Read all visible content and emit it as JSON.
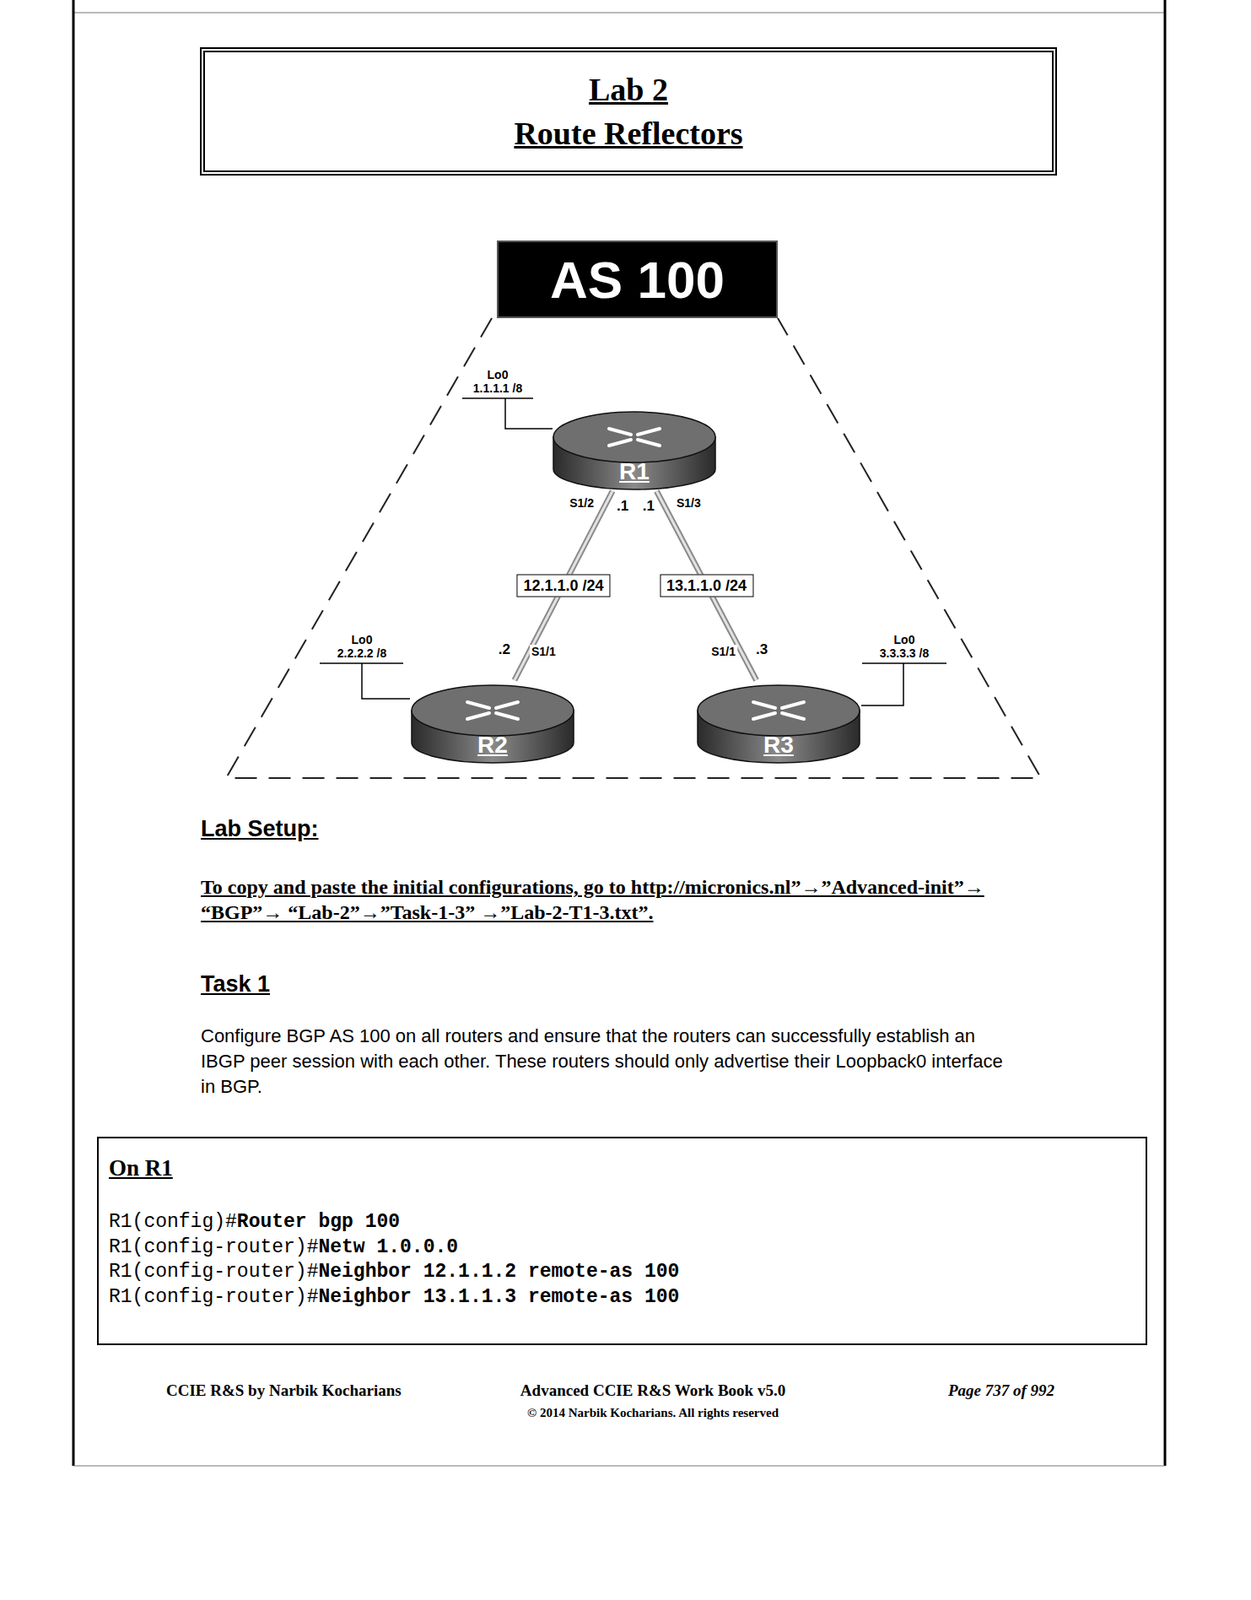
{
  "diagram": {
    "nodes": [
      {
        "text": [
          "Lab 2",
          "Route Reflectors"
        ]
      },
      {
        "text": [
          "AS 100"
        ]
      },
      {
        "text": [
          "R1"
        ]
      },
      {
        "text": [
          "R2"
        ]
      },
      {
        "text": [
          "R3"
        ]
      },
      {
        "text": [
          "On R1",
          "R1(config)#Router bgp 100",
          "R1(config-router)#Netw 1.0.0.0",
          "R1(config-router)#Neighbor 12.1.1.2 remote-as 100",
          "R1(config-router)#Neighbor 13.1.1.3 remote-as 100"
        ]
      }
    ],
    "edges": [
      {
        "from": 2,
        "to": 3,
        "label": "12.1.1.0 /24",
        "arrow": "none"
      },
      {
        "from": 2,
        "to": 4,
        "label": "13.1.1.0 /24",
        "arrow": "none"
      }
    ],
    "labels": [
      "Lo0",
      "1.1.1.1 /8",
      "S1/2",
      ".1",
      ".1",
      "S1/3",
      "Lo0",
      "2.2.2.2 /8",
      ".2",
      "S1/1",
      "S1/1",
      ".3",
      "Lo0",
      "3.3.3.3 /8",
      "Lab Setup:",
      "To copy and paste the initial configurations, go to http://micronics.nl”→”Advanced-init”→ “BGP”→ “Lab-2”→”Task-1-3” →”Lab-2-T1-3.txt”.",
      "Task 1",
      "Configure BGP AS 100 on all routers and ensure that the routers can successfully establish an IBGP peer session with each other. These routers should only advertise their Loopback0 interface in BGP.",
      "CCIE R&S by Narbik Kocharians",
      "Advanced CCIE R&S Work Book v5.0",
      "© 2014 Narbik Kocharians. All rights reserved",
      "Page 737 of 992"
    ]
  }
}
